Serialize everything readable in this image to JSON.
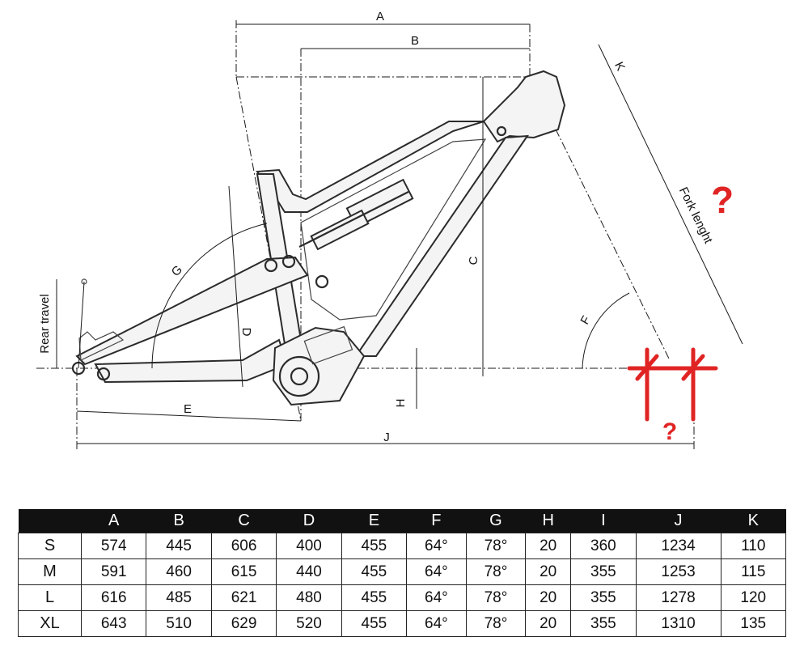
{
  "diagram": {
    "dimension_labels": [
      "A",
      "B",
      "C",
      "D",
      "E",
      "F",
      "G",
      "H",
      "J",
      "K"
    ],
    "rear_travel_label": "Rear travel",
    "fork_length_label": "Fork lenght",
    "unknown_marks": [
      "?",
      "?"
    ]
  },
  "table": {
    "headers": [
      "",
      "A",
      "B",
      "C",
      "D",
      "E",
      "F",
      "G",
      "H",
      "I",
      "J",
      "K"
    ],
    "rows": [
      [
        "S",
        "574",
        "445",
        "606",
        "400",
        "455",
        "64°",
        "78°",
        "20",
        "360",
        "1234",
        "110"
      ],
      [
        "M",
        "591",
        "460",
        "615",
        "440",
        "455",
        "64°",
        "78°",
        "20",
        "355",
        "1253",
        "115"
      ],
      [
        "L",
        "616",
        "485",
        "621",
        "480",
        "455",
        "64°",
        "78°",
        "20",
        "355",
        "1278",
        "120"
      ],
      [
        "XL",
        "643",
        "510",
        "629",
        "520",
        "455",
        "64°",
        "78°",
        "20",
        "355",
        "1310",
        "135"
      ]
    ]
  },
  "colors": {
    "accent_red": "#e02424",
    "header_bg": "#111111"
  }
}
